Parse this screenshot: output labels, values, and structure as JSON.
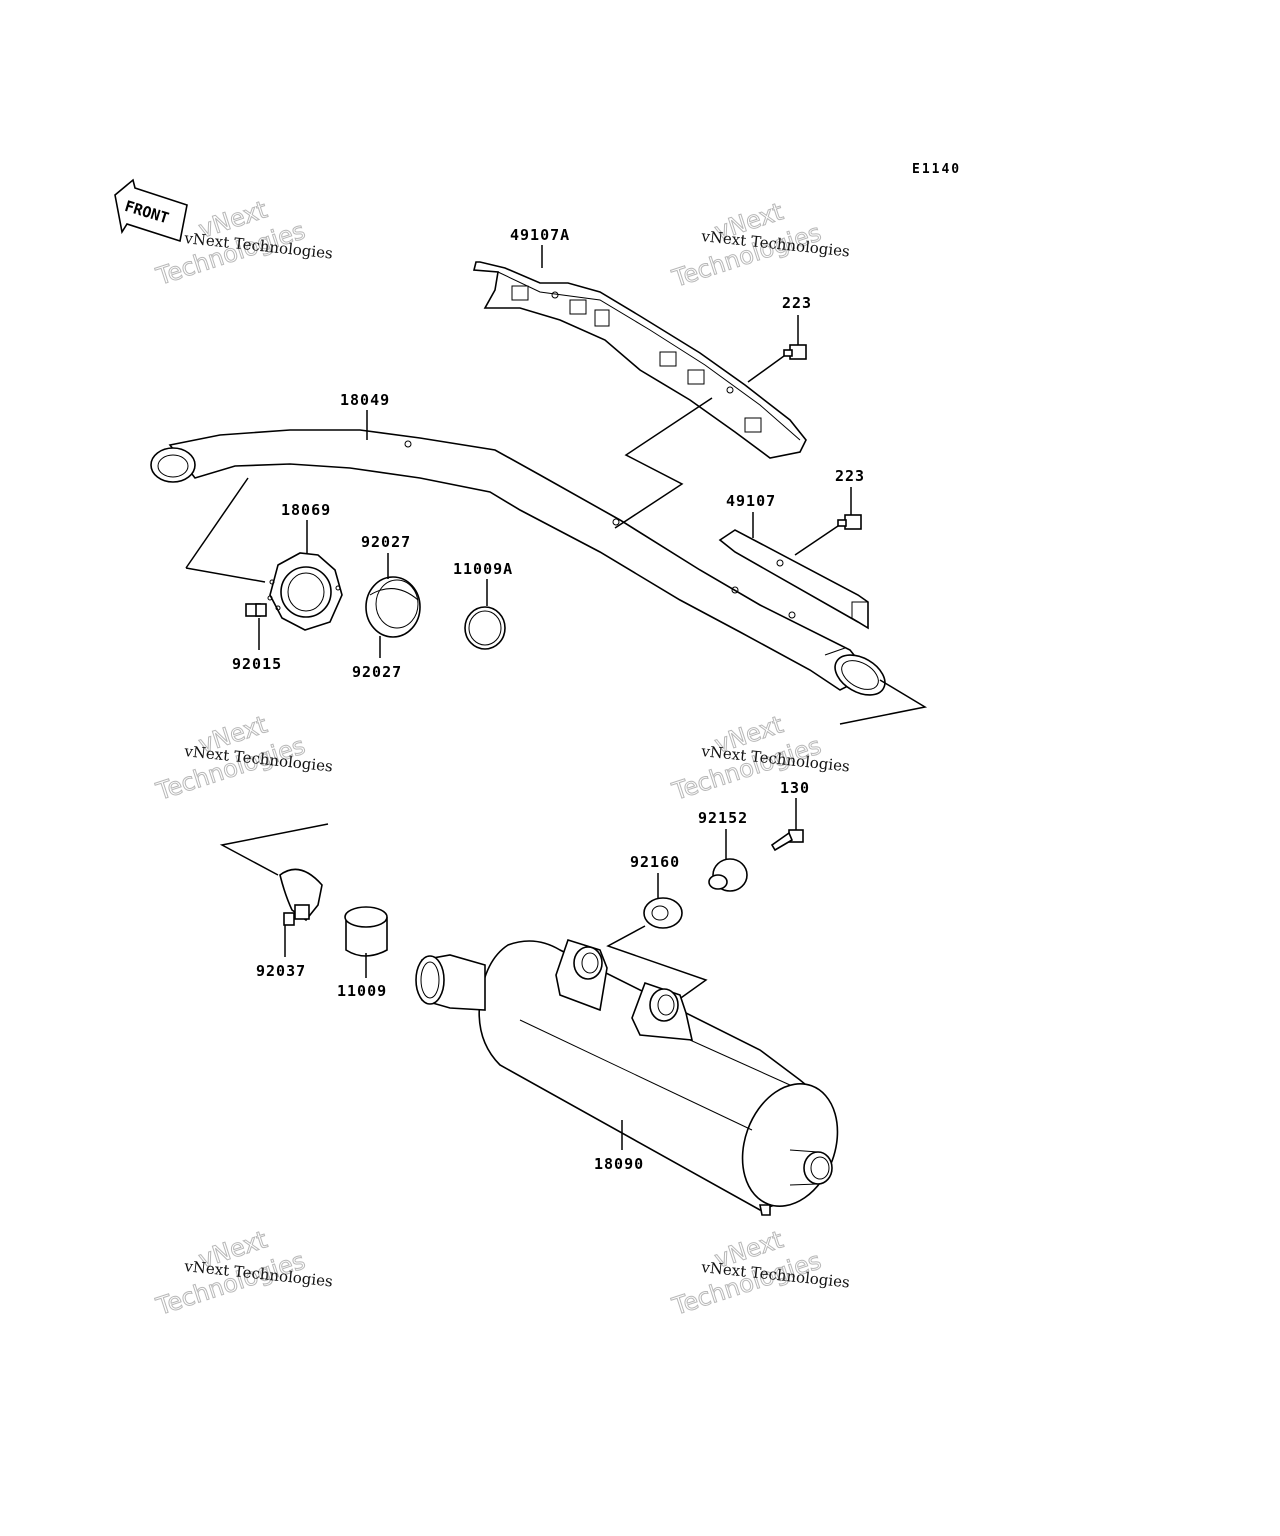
{
  "diagram_code": "E1140",
  "front_arrow_label": "FRONT",
  "watermark": {
    "large": "vNext Technologies",
    "small": "vNext Technologies"
  },
  "parts": {
    "p49107A": "49107A",
    "p223_upper": "223",
    "p18049": "18049",
    "p223_lower": "223",
    "p49107": "49107",
    "p18069": "18069",
    "p92027_upper": "92027",
    "p11009A": "11009A",
    "p92027_lower": "92027",
    "p92015": "92015",
    "p130": "130",
    "p92152": "92152",
    "p92160": "92160",
    "p92037": "92037",
    "p11009": "11009",
    "p18090": "18090"
  }
}
